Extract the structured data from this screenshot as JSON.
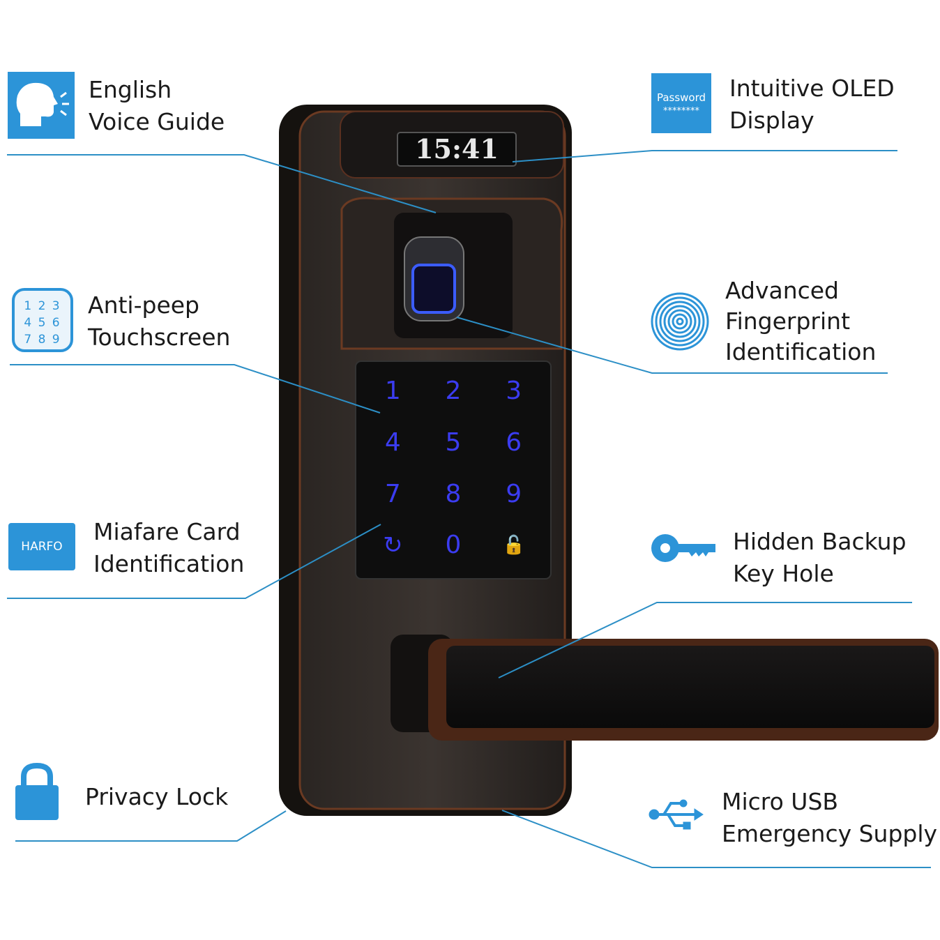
{
  "features": {
    "voice": "English\nVoice Guide",
    "oled": "Intuitive OLED\nDisplay",
    "touch": "Anti-peep\nTouchscreen",
    "fingerprint": "Advanced\nFingerprint\nIdentification",
    "card": "Miafare Card\nIdentification",
    "key": "Hidden Backup\nKey Hole",
    "privacy": "Privacy Lock",
    "usb": "Micro USB\nEmergency Supply"
  },
  "icons": {
    "password_title": "Password",
    "password_mask": "********",
    "harfo": "HARFO",
    "keypad_icon_digits": "1 2 3\n4 5 6\n7 8 9"
  },
  "device": {
    "clock": "15:41",
    "keys": [
      "1",
      "2",
      "3",
      "4",
      "5",
      "6",
      "7",
      "8",
      "9",
      "↻",
      "0",
      "🔓"
    ]
  },
  "colors": {
    "accent": "#2c94d8",
    "line": "#2c8fc6",
    "lock_body": "#1c1a19",
    "bronze": "#6b3a22",
    "key_glow": "#3b3cf0"
  }
}
